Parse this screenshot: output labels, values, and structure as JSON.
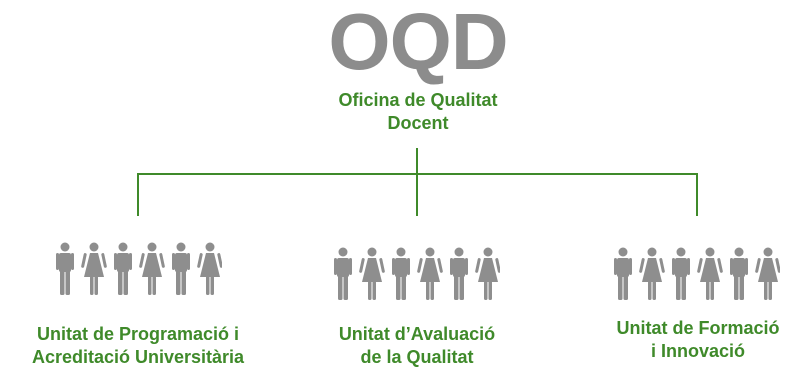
{
  "logo": {
    "text": "OQD"
  },
  "root": {
    "line1": "Oficina de Qualitat",
    "line2": "Docent"
  },
  "units": [
    {
      "line1": "Unitat de Programació i",
      "line2": "Acreditació Universitària"
    },
    {
      "line1": "Unitat d’Avaluació",
      "line2": "de la Qualitat"
    },
    {
      "line1": "Unitat de Formació",
      "line2": "i Innovació"
    }
  ],
  "colors": {
    "logo": "#8c8c8c",
    "accent_green": "#3f8a2a",
    "people_grey": "#8e8e8e"
  },
  "icons": {
    "team_pattern": [
      "man-icon",
      "woman-icon",
      "man-icon",
      "woman-icon",
      "man-icon",
      "woman-icon"
    ]
  }
}
